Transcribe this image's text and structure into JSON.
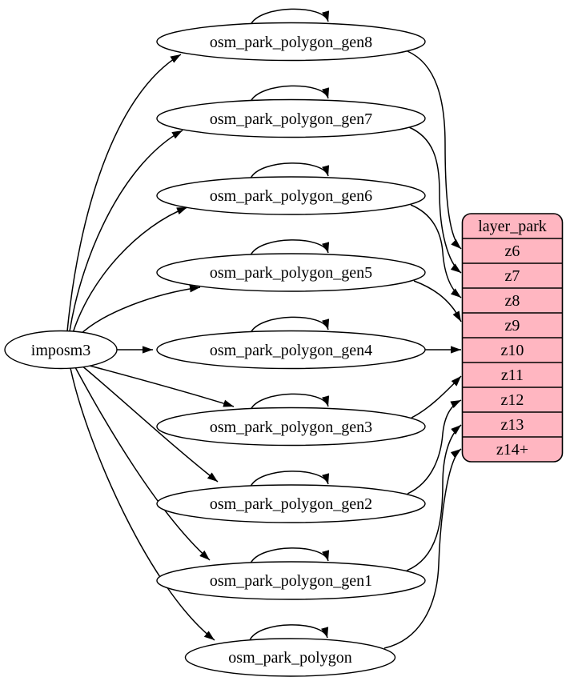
{
  "source": {
    "label": "imposm3"
  },
  "tables": [
    {
      "label": "osm_park_polygon_gen8",
      "arrow_to": "z6"
    },
    {
      "label": "osm_park_polygon_gen7",
      "arrow_to": "z7"
    },
    {
      "label": "osm_park_polygon_gen6",
      "arrow_to": "z8"
    },
    {
      "label": "osm_park_polygon_gen5",
      "arrow_to": "z9"
    },
    {
      "label": "osm_park_polygon_gen4",
      "arrow_to": "z10"
    },
    {
      "label": "osm_park_polygon_gen3",
      "arrow_to": "z11"
    },
    {
      "label": "osm_park_polygon_gen2",
      "arrow_to": "z12"
    },
    {
      "label": "osm_park_polygon_gen1",
      "arrow_to": "z13"
    },
    {
      "label": "osm_park_polygon",
      "arrow_to": "z14+"
    }
  ],
  "layer": {
    "title": "layer_park",
    "rows": [
      "z6",
      "z7",
      "z8",
      "z9",
      "z10",
      "z11",
      "z12",
      "z13",
      "z14+"
    ]
  },
  "colors": {
    "layer_fill": "#ffb6c1",
    "node_fill": "#ffffff",
    "stroke": "#000000",
    "background": "#ffffff"
  }
}
